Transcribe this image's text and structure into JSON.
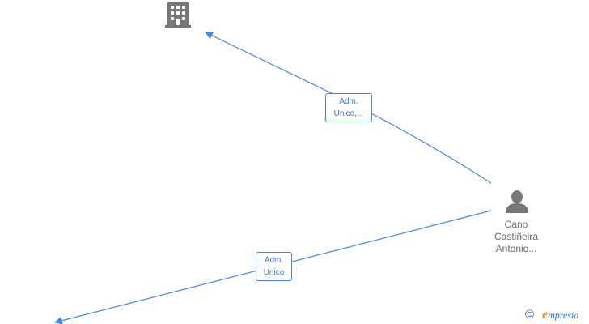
{
  "colors": {
    "edge": "#4a86d8",
    "label_text": "#3a78c8",
    "icon": "#777777",
    "person_text": "#6b6b6b",
    "brand_blue": "#2a6cc8",
    "brand_orange": "#e09a1a"
  },
  "nodes": {
    "company": {
      "icon": "building-icon"
    },
    "person": {
      "icon": "person-icon",
      "name_lines": [
        "Cano",
        "Castiñeira",
        "Antonio..."
      ]
    },
    "offscreen": {
      "icon": "none"
    }
  },
  "edges": [
    {
      "from": "person",
      "to": "company",
      "label_lines": [
        "Adm.",
        "Unico,..."
      ]
    },
    {
      "from": "person",
      "to": "offscreen",
      "label_lines": [
        "Adm.",
        "Unico"
      ]
    }
  ],
  "footer": {
    "copyright_symbol": "©",
    "brand_first_letter": "e",
    "brand_rest": "mpresia"
  }
}
